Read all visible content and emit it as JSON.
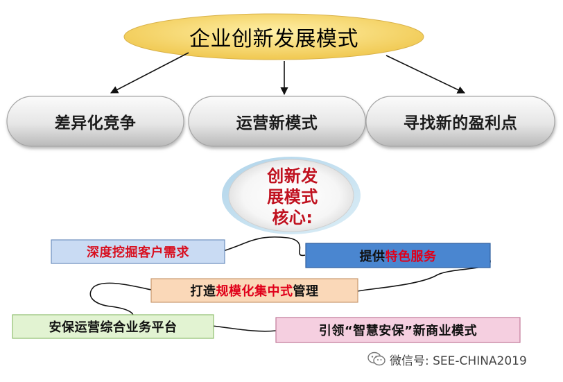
{
  "root": {
    "title": "企业创新发展模式"
  },
  "branches": [
    {
      "label": "差异化竞争"
    },
    {
      "label": "运营新模式"
    },
    {
      "label": "寻找新的盈利点"
    }
  ],
  "core": {
    "lines": [
      "创新发",
      "展模式",
      "核心:"
    ]
  },
  "items": [
    {
      "text": "深度挖掘客户需求"
    },
    {
      "prefix": "提供",
      "highlight": "特色服务",
      "suffix": ""
    },
    {
      "prefix": "打造",
      "highlight": "规模化集中式",
      "suffix": "管理"
    },
    {
      "text": "安保运营综合业务平台"
    },
    {
      "text": "引领“智慧安保”新商业模式"
    }
  ],
  "footer": {
    "wechat": "微信号: SEE-CHINA2019"
  },
  "colors": {
    "root_fill": "#f5d86c",
    "pill_fill": "#e8e8e8",
    "core_text": "#c0111f",
    "highlight_text": "#e0001a",
    "box1_fill": "#c9dbf3",
    "box2_fill": "#4a86d0",
    "box3_fill": "#fad8b8",
    "box4_fill": "#e2f3d2",
    "box5_fill": "#f5cfe0"
  },
  "icons": [
    "wechat-icon"
  ]
}
